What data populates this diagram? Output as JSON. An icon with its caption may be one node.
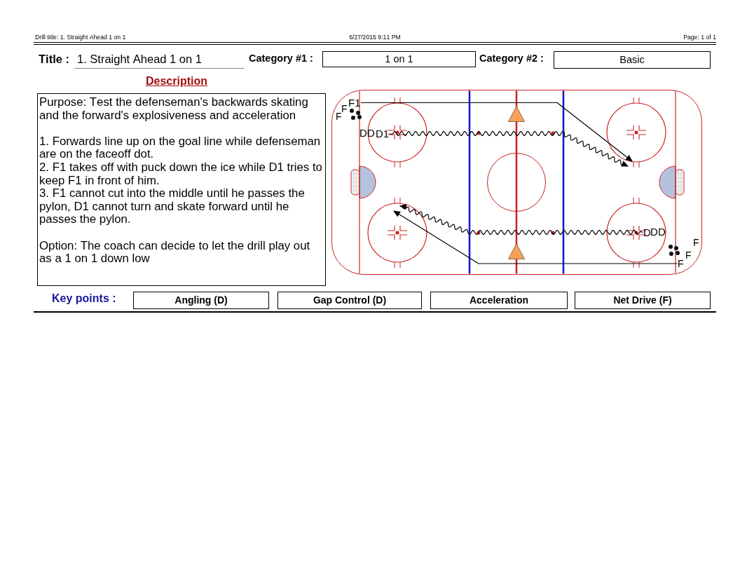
{
  "diagram": {
    "nodes": [
      {
        "text": [
          "1 on 1"
        ]
      },
      {
        "text": [
          "Basic"
        ]
      },
      {
        "text": [
          "Purpose: Test the defenseman's backwards skating and the forward's explosiveness and acceleration",
          "1. Forwards line up on the goal line while defenseman are on the faceoff dot.",
          "2. F1 takes off with puck down the ice while D1 tries to keep F1 in front of him.",
          "3. F1 cannot cut into the middle until he passes the pylon, D1 cannot turn and skate forward until he passes the pylon.",
          "Option: The coach can decide to let the drill play out as a 1 on 1 down low"
        ],
        "beside": [
          "Description"
        ]
      },
      {
        "text": [],
        "shape": "picture"
      },
      {
        "text": [
          "F1"
        ],
        "in": 3
      },
      {
        "text": [
          "D1"
        ],
        "in": 3
      },
      {
        "text": [],
        "shape": "circle",
        "in": 3
      },
      {
        "text": [
          "D"
        ],
        "in": 3
      },
      {
        "text": [
          "F"
        ],
        "in": 3
      },
      {
        "text": [
          "Angling (D)"
        ]
      },
      {
        "text": [
          "Gap Control (D)"
        ]
      },
      {
        "text": [
          "Acceleration"
        ]
      },
      {
        "text": [
          "Net Drive (F)"
        ]
      }
    ],
    "edges": [
      {
        "from": 4,
        "to": null,
        "arrow": "to"
      },
      {
        "from": 5,
        "to": null,
        "arrow": "to"
      },
      {
        "from": 7,
        "to": null,
        "arrow": "to"
      },
      {
        "from": 8,
        "to": null,
        "arrow": "to"
      }
    ],
    "labels": [
      "Drill title: 1. Straight Ahead 1 on 1",
      "6/27/2015 9:11 PM",
      "Page: 1 of 1",
      "Title :",
      "1. Straight Ahead 1 on 1",
      "Category #1 :",
      "Category #2 :",
      "F",
      "F",
      "D",
      "D",
      "D",
      "D",
      "F",
      "F",
      "Key points :"
    ]
  }
}
